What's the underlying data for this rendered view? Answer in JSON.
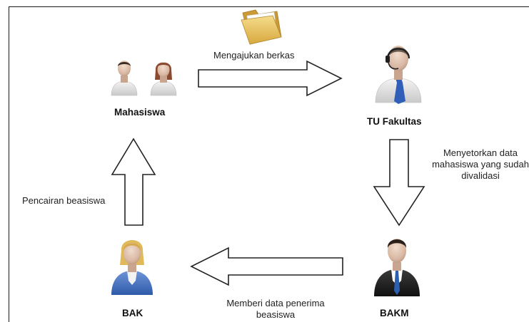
{
  "nodes": {
    "mahasiswa": {
      "label": "Mahasiswa",
      "icon": "students-icon"
    },
    "tu_fakultas": {
      "label": "TU Fakultas",
      "icon": "call-center-agent-icon"
    },
    "bakm": {
      "label": "BAKM",
      "icon": "businessman-icon"
    },
    "bak": {
      "label": "BAK",
      "icon": "businesswoman-icon"
    }
  },
  "edges": {
    "submit": {
      "label": "Mengajukan berkas",
      "icon": "folder-icon"
    },
    "deposit": {
      "line1": "Menyetorkan data",
      "line2": "mahasiswa yang sudah",
      "line3": "divalidasi"
    },
    "give_data": {
      "line1": "Memberi data penerima",
      "line2": "beasiswa"
    },
    "disburse": {
      "label": "Pencairan beasiswa"
    }
  },
  "colors": {
    "arrow_stroke": "#222222",
    "arrow_fill": "#ffffff",
    "border": "#1a1a1a",
    "folder": "#e9c46a",
    "tie_blue": "#2f5fb8",
    "jacket_blue": "#3f6fc0",
    "suit_dark": "#2a2a2a",
    "skin": "#d6b6a2"
  }
}
